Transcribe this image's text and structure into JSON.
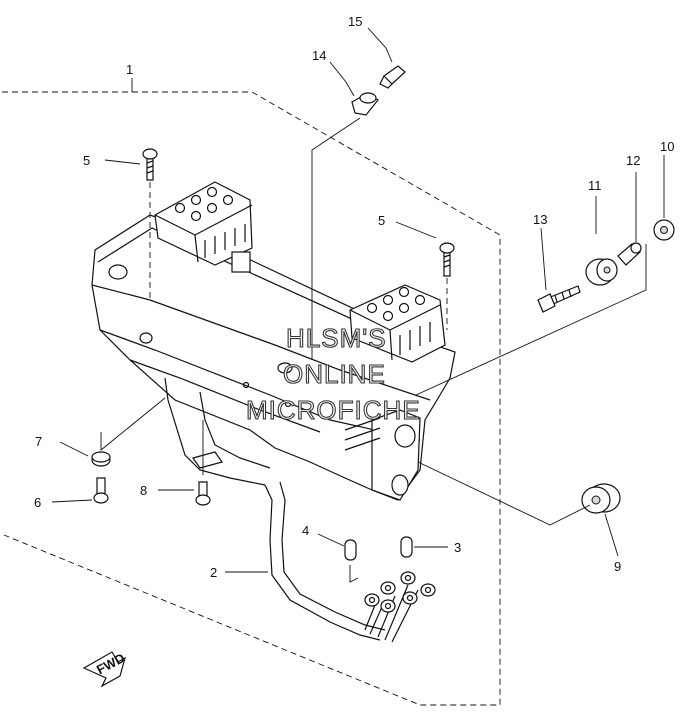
{
  "callouts": [
    {
      "id": "c1",
      "label": "1"
    },
    {
      "id": "c2",
      "label": "2"
    },
    {
      "id": "c3",
      "label": "3"
    },
    {
      "id": "c4",
      "label": "4"
    },
    {
      "id": "c5a",
      "label": "5"
    },
    {
      "id": "c5b",
      "label": "5"
    },
    {
      "id": "c6",
      "label": "6"
    },
    {
      "id": "c7",
      "label": "7"
    },
    {
      "id": "c8",
      "label": "8"
    },
    {
      "id": "c9",
      "label": "9"
    },
    {
      "id": "c10",
      "label": "10"
    },
    {
      "id": "c11",
      "label": "11"
    },
    {
      "id": "c12",
      "label": "12"
    },
    {
      "id": "c13",
      "label": "13"
    },
    {
      "id": "c14",
      "label": "14"
    },
    {
      "id": "c15",
      "label": "15"
    }
  ],
  "watermark": {
    "line1": "HLSM'S",
    "line2": "ONLINE",
    "line3": "MICROFICHE"
  },
  "fwd_label": "FWD"
}
